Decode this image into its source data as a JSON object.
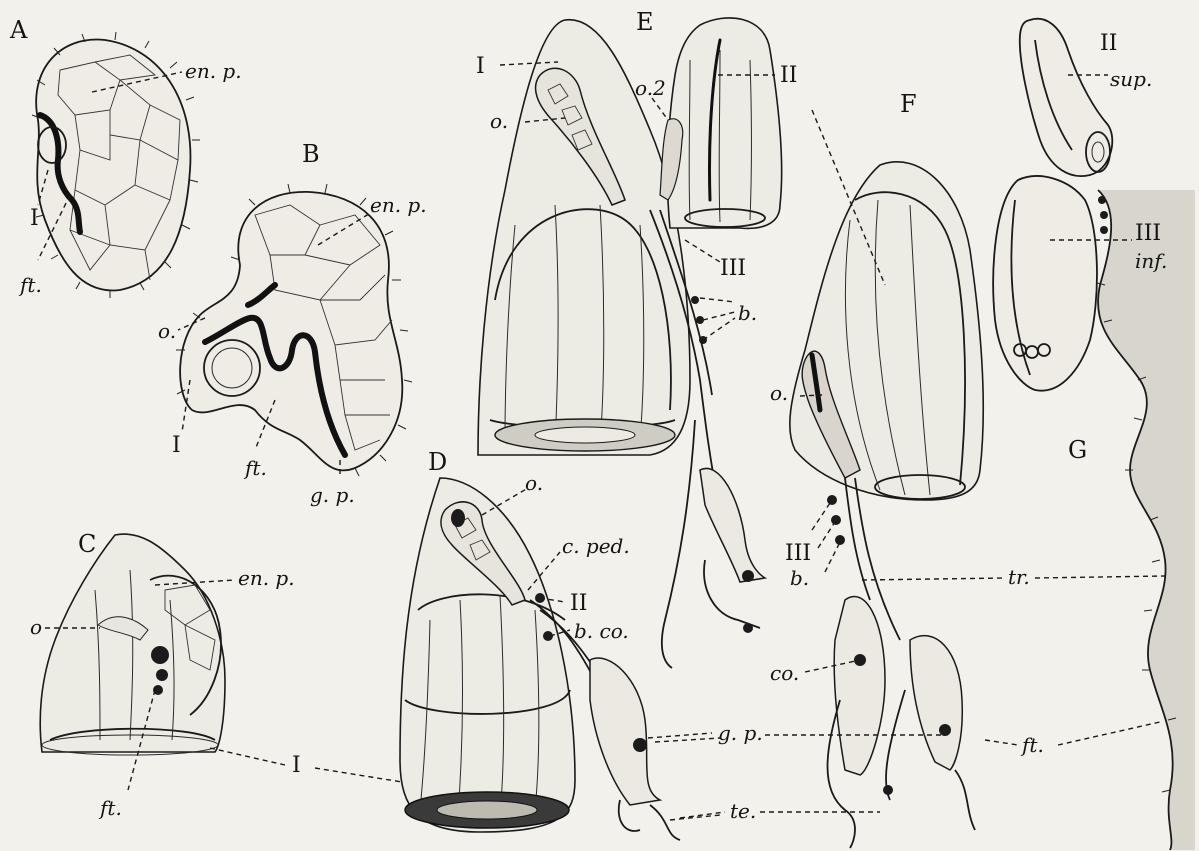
{
  "figure": {
    "panels": [
      "A",
      "B",
      "C",
      "D",
      "E",
      "F",
      "G"
    ],
    "labels": {
      "en_p": "en. p.",
      "roman_I": "I",
      "roman_II": "II",
      "roman_III": "III",
      "ft": "ft.",
      "o": "o.",
      "o_bare": "o",
      "o2": "o.2",
      "g_p": "g. p.",
      "c_ped": "c. ped.",
      "b_co": "b. co.",
      "b": "b.",
      "te": "te.",
      "tr": "tr.",
      "co": "co.",
      "sup": "sup.",
      "inf": "inf."
    }
  }
}
